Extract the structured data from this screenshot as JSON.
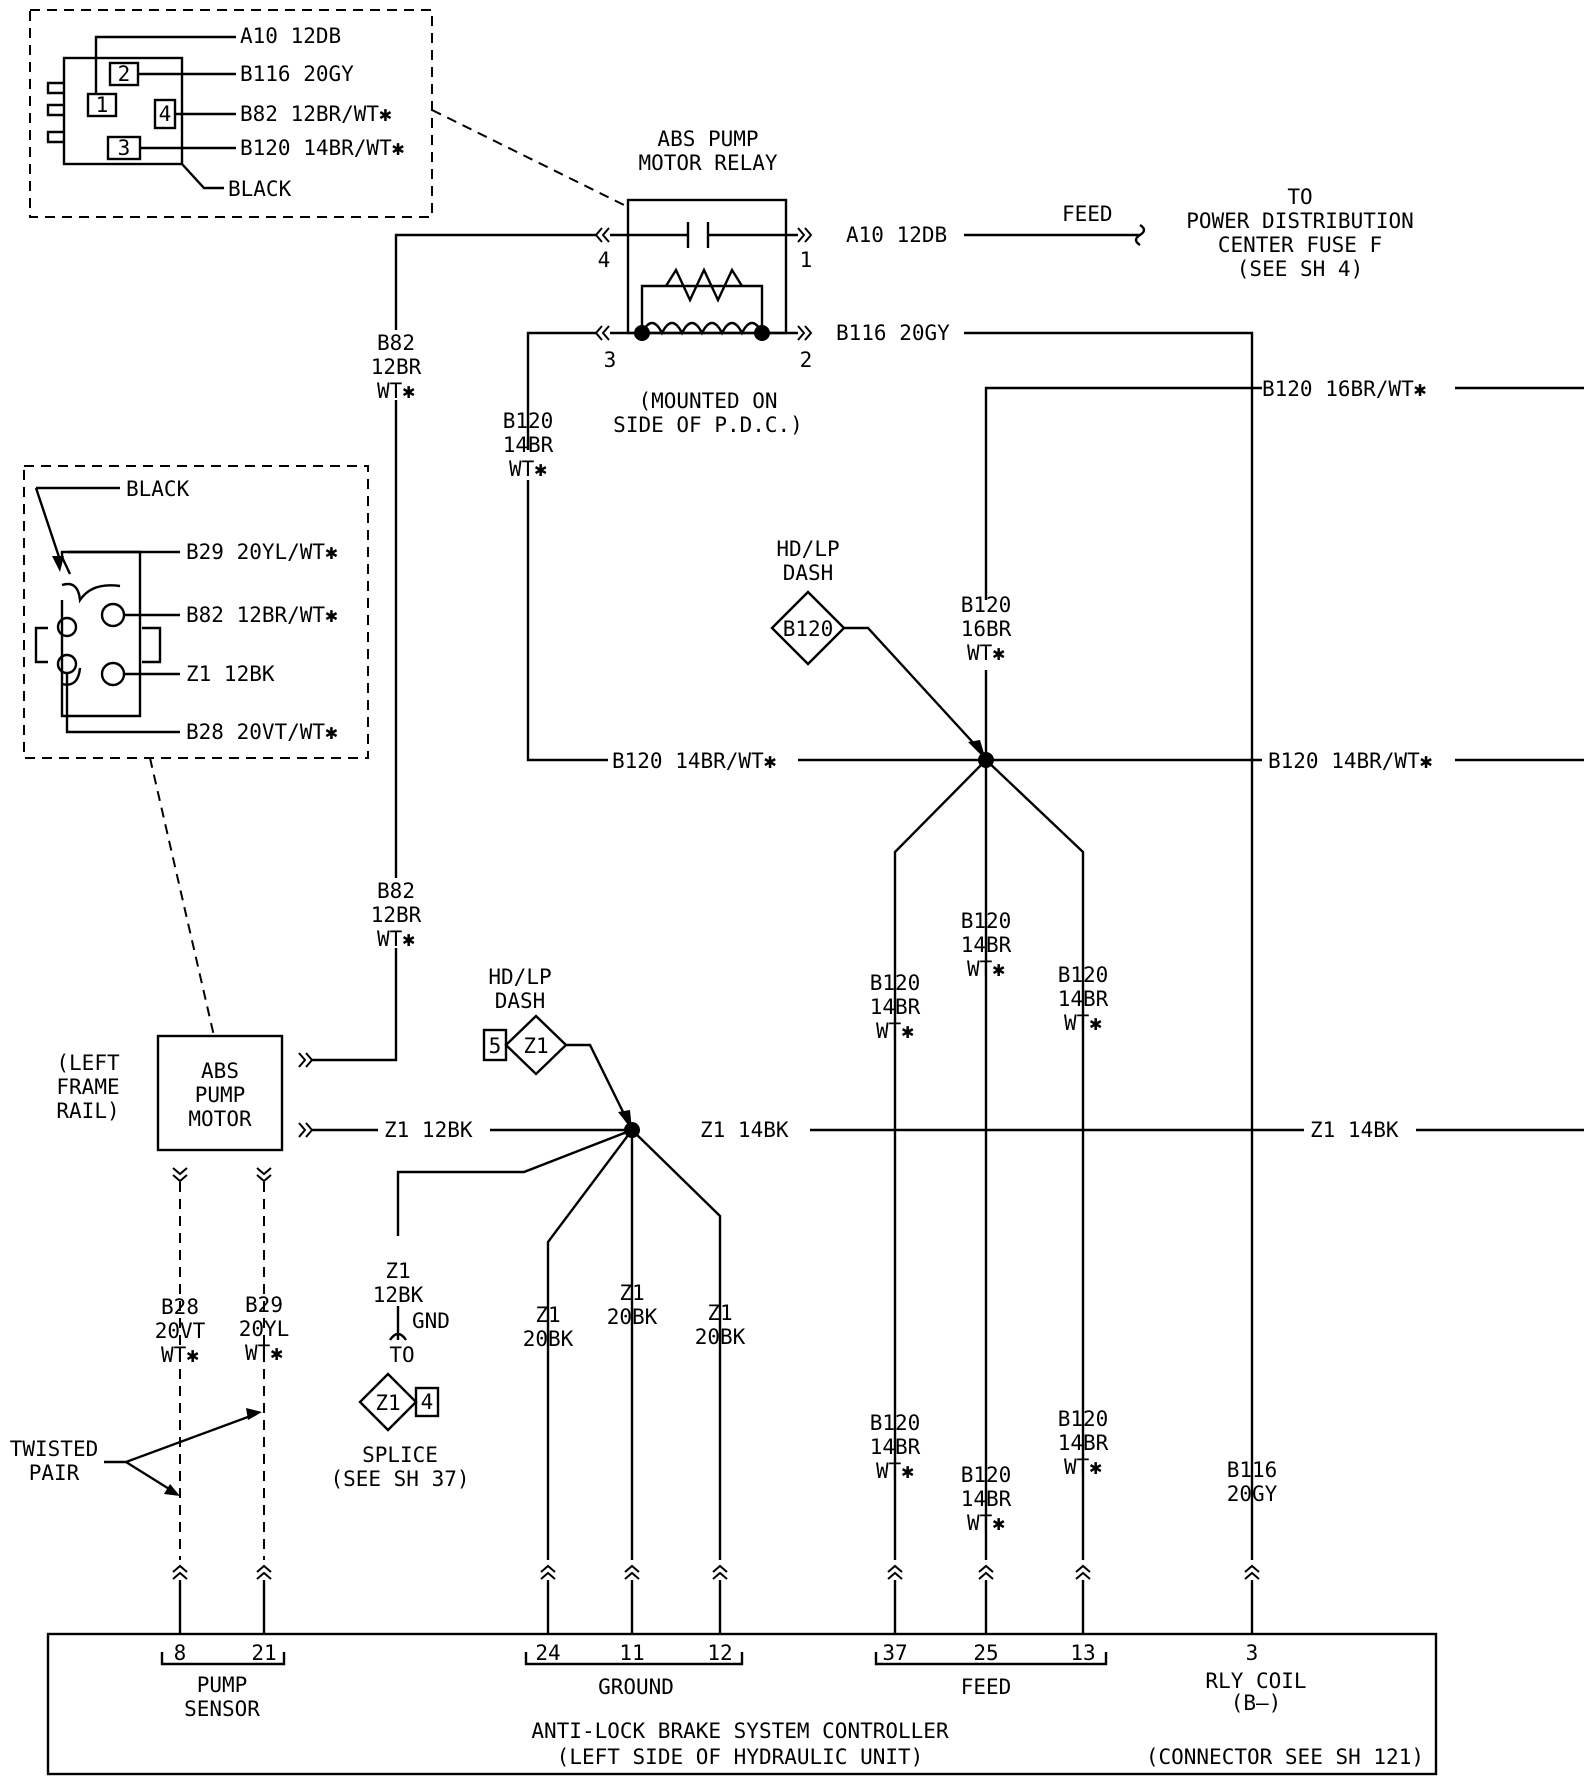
{
  "relay": {
    "title_1": "ABS PUMP",
    "title_2": "MOTOR RELAY",
    "mount_1": "(MOUNTED ON",
    "mount_2": "SIDE OF P.D.C.)",
    "pin_4": "4",
    "pin_1": "1",
    "pin_3": "3",
    "pin_2": "2"
  },
  "relay_connector_inset": {
    "pins": [
      "2",
      "1",
      "4",
      "3"
    ],
    "labels": [
      "A10  12DB",
      "B116  20GY",
      "B82  12BR/WT✱",
      "B120  14BR/WT✱"
    ],
    "color": "BLACK"
  },
  "motor_connector_inset": {
    "color": "BLACK",
    "labels": [
      "B29  20YL/WT✱",
      "B82  12BR/WT✱",
      "Z1  12BK",
      "B28  20VT/WT✱"
    ]
  },
  "feed": {
    "wire": "A10  12DB",
    "label": "FEED",
    "to_1": "TO",
    "to_2": "POWER DISTRIBUTION",
    "to_3": "CENTER FUSE F",
    "to_4": "(SEE SH 4)"
  },
  "wires": {
    "b116_20gy": "B116  20GY",
    "b120_16_right": "B120  16BR/WT✱",
    "b120_14_left": "B120  14BR/WT✱",
    "b120_14_right": "B120  14BR/WT✱",
    "z1_12bk": "Z1  12BK",
    "z1_14bk_mid": "Z1  14BK",
    "z1_14bk_right": "Z1  14BK",
    "b82": [
      "B82",
      "12BR",
      "WT✱"
    ],
    "b120_14": [
      "B120",
      "14BR",
      "WT✱"
    ],
    "b120_16": [
      "B120",
      "16BR",
      "WT✱"
    ],
    "z1_20bk": [
      "Z1",
      "20BK"
    ],
    "z1_12bk_v": [
      "Z1",
      "12BK"
    ],
    "b28": [
      "B28",
      "20VT",
      "WT✱"
    ],
    "b29": [
      "B29",
      "20YL",
      "WT✱"
    ],
    "b116": [
      "B116",
      "20GY"
    ]
  },
  "splices": {
    "dash_label_1": "HD/LP",
    "dash_label_2": "DASH",
    "b120": "B120",
    "z1": "Z1",
    "five": "5",
    "four": "4"
  },
  "ground": {
    "gnd": "GND",
    "to": "TO",
    "splice": "SPLICE",
    "see": "(SEE SH 37)"
  },
  "pump_motor": {
    "line_1": "ABS",
    "line_2": "PUMP",
    "line_3": "MOTOR",
    "loc_1": "(LEFT",
    "loc_2": "FRAME",
    "loc_3": "RAIL)"
  },
  "twisted_pair": [
    "TWISTED",
    "PAIR"
  ],
  "controller": {
    "pins": {
      "p8": "8",
      "p21": "21",
      "p24": "24",
      "p11": "11",
      "p12": "12",
      "p37": "37",
      "p25": "25",
      "p13": "13",
      "p3": "3"
    },
    "groups": {
      "pump": "PUMP",
      "sensor": "SENSOR",
      "ground": "GROUND",
      "feed": "FEED",
      "rly_coil": "RLY COIL",
      "rly_sub": "(B—)"
    },
    "title_1": "ANTI-LOCK BRAKE SYSTEM CONTROLLER",
    "title_2": "(LEFT SIDE OF HYDRAULIC UNIT)",
    "connector": "(CONNECTOR SEE SH 121)"
  }
}
